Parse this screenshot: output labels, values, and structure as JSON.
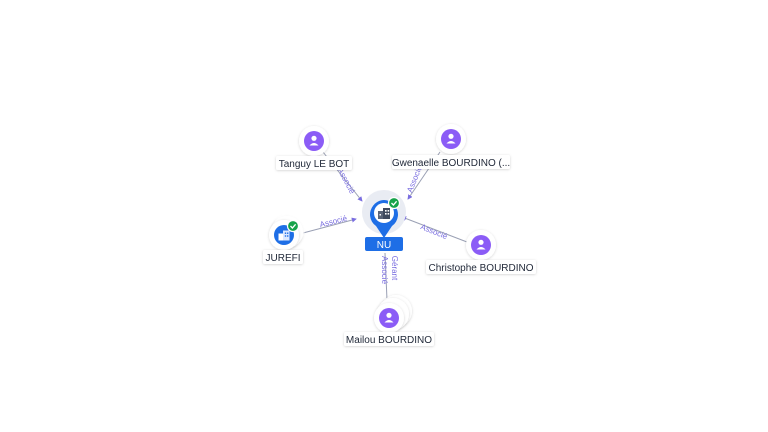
{
  "colors": {
    "person": "#8b5cf6",
    "company": "#1e6ee6",
    "check": "#16a34a",
    "edge_label": "#7a6ee0"
  },
  "center": {
    "label": "NU",
    "icon": "company-building-icon",
    "verified": true
  },
  "nodes": [
    {
      "id": "tanguy",
      "label": "Tanguy LE BOT",
      "type": "person",
      "icon": "person-icon"
    },
    {
      "id": "gwenaelle",
      "label": "Gwenaelle BOURDINO (...",
      "type": "person",
      "icon": "person-icon"
    },
    {
      "id": "jurefi",
      "label": "JUREFI",
      "type": "company",
      "icon": "company-building-icon",
      "verified": true
    },
    {
      "id": "christophe",
      "label": "Christophe BOURDINO",
      "type": "person",
      "icon": "person-icon"
    },
    {
      "id": "mailou",
      "label": "Mailou BOURDINO",
      "type": "person",
      "icon": "person-icon",
      "stacked": true
    }
  ],
  "edges": [
    {
      "from": "tanguy",
      "label": "Associé"
    },
    {
      "from": "gwenaelle",
      "label": "Associé"
    },
    {
      "from": "jurefi",
      "label": "Associé"
    },
    {
      "from": "christophe",
      "label": "Associé"
    },
    {
      "from": "mailou",
      "label": "Gérant Associé",
      "label_lines": [
        "Gérant",
        "Associé"
      ]
    }
  ]
}
